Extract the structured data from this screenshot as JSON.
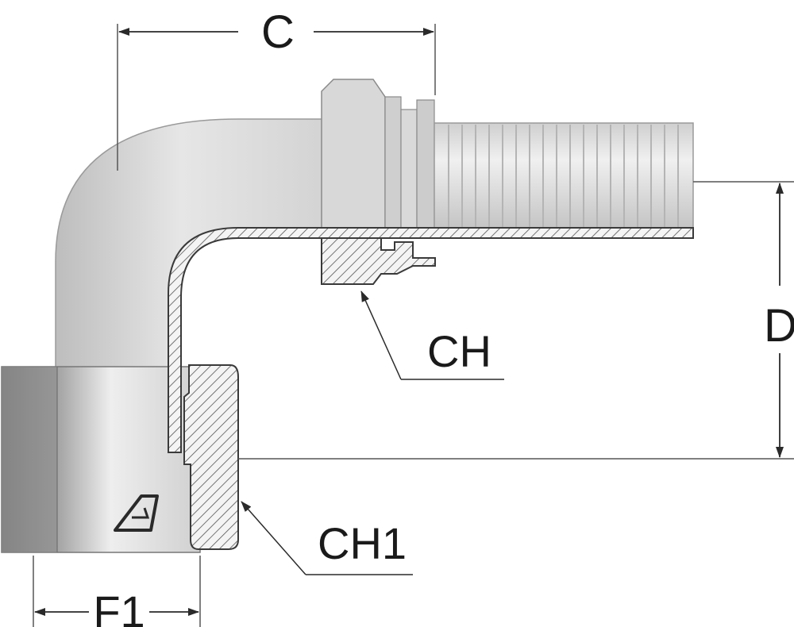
{
  "labels": {
    "c": "C",
    "d": "D",
    "ch": "CH",
    "ch1": "CH1",
    "f1": "F1"
  },
  "colors": {
    "metal_light": "#e4e4e4",
    "metal_mid": "#c8c8c8",
    "metal_dark": "#8c8c8c",
    "line": "#3a3a3a",
    "hatch": "#555555",
    "background": "#ffffff"
  },
  "logo": "brand-logo-icon"
}
